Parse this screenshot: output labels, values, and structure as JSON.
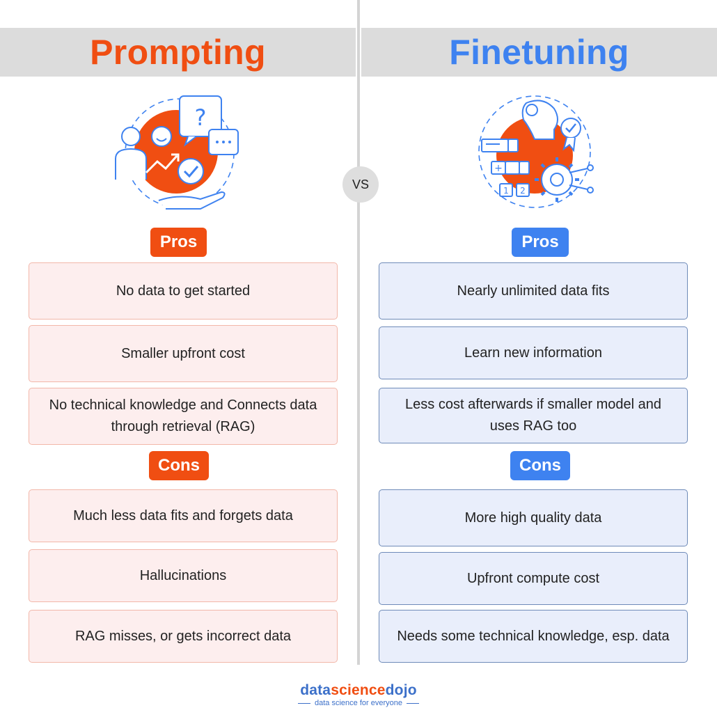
{
  "colors": {
    "prompting": "#f04e12",
    "finetuning": "#3e82f0",
    "card_left_bg": "#fdeeee",
    "card_right_bg": "#e9eefb"
  },
  "vs_label": "VS",
  "left": {
    "title": "Prompting",
    "pros_label": "Pros",
    "cons_label": "Cons",
    "pros": [
      "No data to get started",
      "Smaller upfront cost",
      "No technical knowledge and Connects data through retrieval (RAG)"
    ],
    "cons": [
      "Much less data fits and forgets data",
      "Hallucinations",
      "RAG misses, or gets incorrect data"
    ]
  },
  "right": {
    "title": "Finetuning",
    "pros_label": "Pros",
    "cons_label": "Cons",
    "pros": [
      "Nearly unlimited data fits",
      "Learn new information",
      "Less cost afterwards if smaller model and uses RAG too"
    ],
    "cons": [
      "More high quality data",
      "Upfront compute cost",
      "Needs some technical knowledge, esp. data"
    ]
  },
  "logo": {
    "part1": "data",
    "part2": "science",
    "part3": "dojo",
    "tagline": "data science for everyone"
  }
}
